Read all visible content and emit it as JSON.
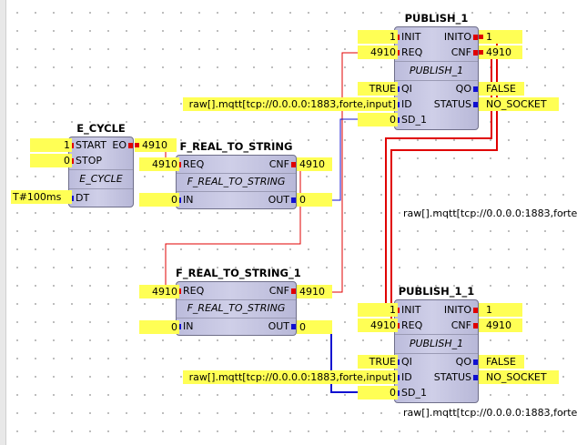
{
  "blocks": {
    "e_cycle": {
      "name": "E_CYCLE",
      "type": "E_CYCLE",
      "inputs": {
        "start": "START",
        "stop": "STOP",
        "dt": "DT"
      },
      "outputs": {
        "eo": "EO"
      }
    },
    "frts": {
      "name": "F_REAL_TO_STRING",
      "type": "F_REAL_TO_STRING",
      "inputs": {
        "req": "REQ",
        "in": "IN"
      },
      "outputs": {
        "cnf": "CNF",
        "out": "OUT"
      }
    },
    "frts_1": {
      "name": "F_REAL_TO_STRING_1",
      "type": "F_REAL_TO_STRING",
      "inputs": {
        "req": "REQ",
        "in": "IN"
      },
      "outputs": {
        "cnf": "CNF",
        "out": "OUT"
      }
    },
    "publish_1": {
      "name": "PUBLISH_1",
      "type": "PUBLISH_1",
      "inputs": {
        "init": "INIT",
        "req": "REQ",
        "qi": "QI",
        "id": "ID",
        "sd_1": "SD_1"
      },
      "outputs": {
        "inito": "INITO",
        "cnf": "CNF",
        "qo": "QO",
        "status": "STATUS"
      }
    },
    "publish_1_1": {
      "name": "PUBLISH_1_1",
      "type": "PUBLISH_1",
      "inputs": {
        "init": "INIT",
        "req": "REQ",
        "qi": "QI",
        "id": "ID",
        "sd_1": "SD_1"
      },
      "outputs": {
        "inito": "INITO",
        "cnf": "CNF",
        "qo": "QO",
        "status": "STATUS"
      }
    }
  },
  "values": {
    "ec_start": "1",
    "ec_stop": "0",
    "ec_dt": "T#100ms",
    "ec_eo": "4910",
    "frts_req": "4910",
    "frts_in": "0",
    "frts_cnf": "4910",
    "frts_out": "0",
    "frts1_req": "4910",
    "frts1_in": "0",
    "frts1_cnf": "4910",
    "frts1_out": "0",
    "pub_init": "1",
    "pub_req": "4910",
    "pub_qi": "TRUE",
    "pub_id": "raw[].mqtt[tcp://0.0.0.0:1883,forte,input]",
    "pub_sd": "0",
    "pub_inito": "1",
    "pub_cnf": "4910",
    "pub_qo": "FALSE",
    "pub_status": "NO_SOCKET",
    "pub11_init": "1",
    "pub11_req": "4910",
    "pub11_qi": "TRUE",
    "pub11_id": "raw[].mqtt[tcp://0.0.0.0:1883,forte,input]",
    "pub11_sd": "0",
    "pub11_inito": "1",
    "pub11_cnf": "4910",
    "pub11_qo": "FALSE",
    "pub11_status": "NO_SOCKET"
  },
  "comments": {
    "right_mid": "raw[].mqtt[tcp://0.0.0.0:1883,forte",
    "right_bottom": "raw[].mqtt[tcp://0.0.0.0:1883,forte"
  },
  "colors": {
    "event": "#e00000",
    "data": "#1010d0",
    "value_highlight": "#ffff55",
    "block_fill": "#c4c4e2"
  }
}
